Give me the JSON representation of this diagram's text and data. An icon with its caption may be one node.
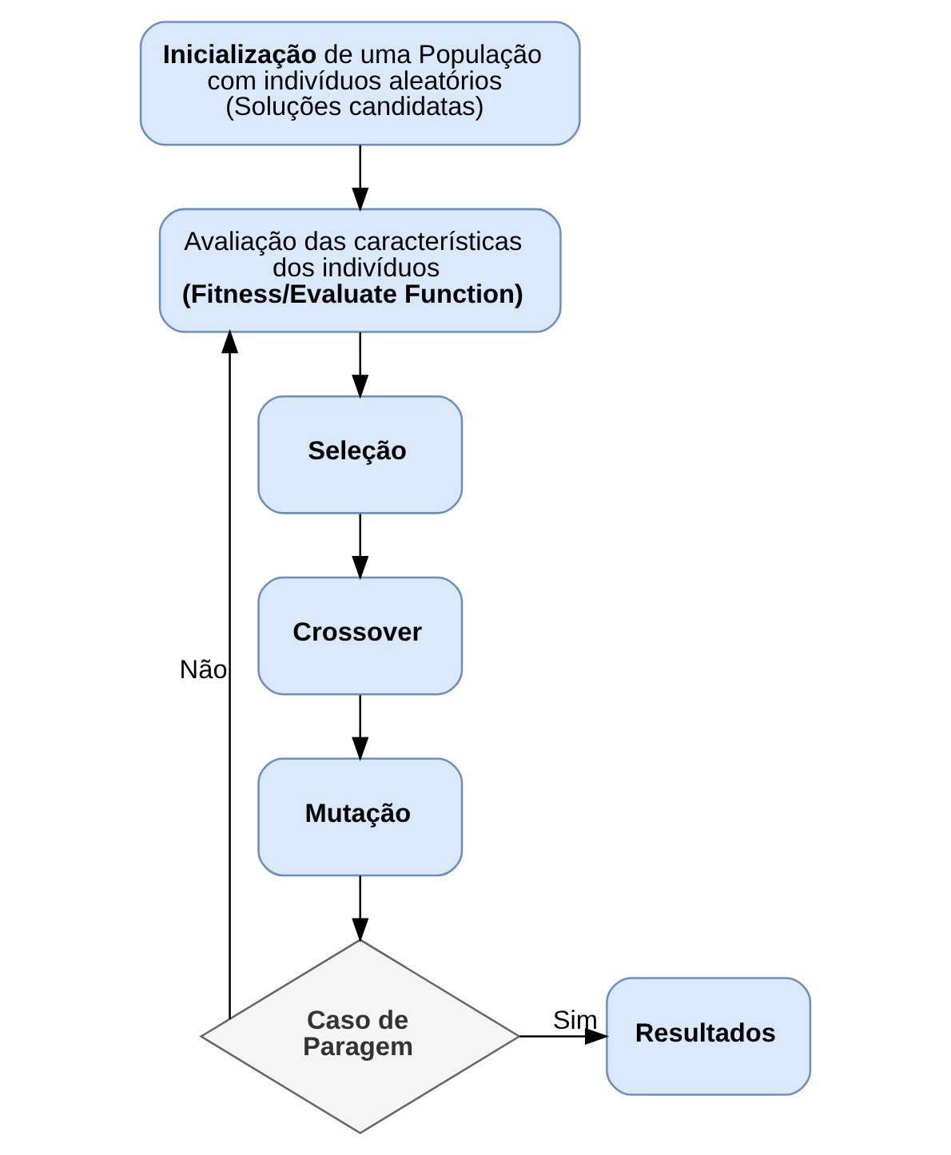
{
  "diagram": {
    "nodes": [
      {
        "text": [
          "**Inicialização** de uma População com indivíduos aleatórios (Soluções candidatas)"
        ]
      },
      {
        "text": [
          "Avaliação das características dos indivíduos **(Fitness/Evaluate Function)**"
        ]
      },
      {
        "text": [
          "Seleção"
        ]
      },
      {
        "text": [
          "Crossover"
        ]
      },
      {
        "text": [
          "Mutação"
        ]
      },
      {
        "text": [
          "Caso de Paragem"
        ]
      },
      {
        "text": [
          "Resultados"
        ]
      }
    ],
    "edges": [
      {
        "from": 0,
        "to": 1,
        "arrow": "to"
      },
      {
        "from": 1,
        "to": 2,
        "arrow": "to"
      },
      {
        "from": 2,
        "to": 3,
        "arrow": "to"
      },
      {
        "from": 3,
        "to": 4,
        "arrow": "to"
      },
      {
        "from": 4,
        "to": 5,
        "arrow": "to"
      },
      {
        "from": 5,
        "to": 1,
        "arrow": "to",
        "label": "Não"
      },
      {
        "from": 5,
        "to": 6,
        "arrow": "to",
        "label": "Sim"
      }
    ]
  }
}
